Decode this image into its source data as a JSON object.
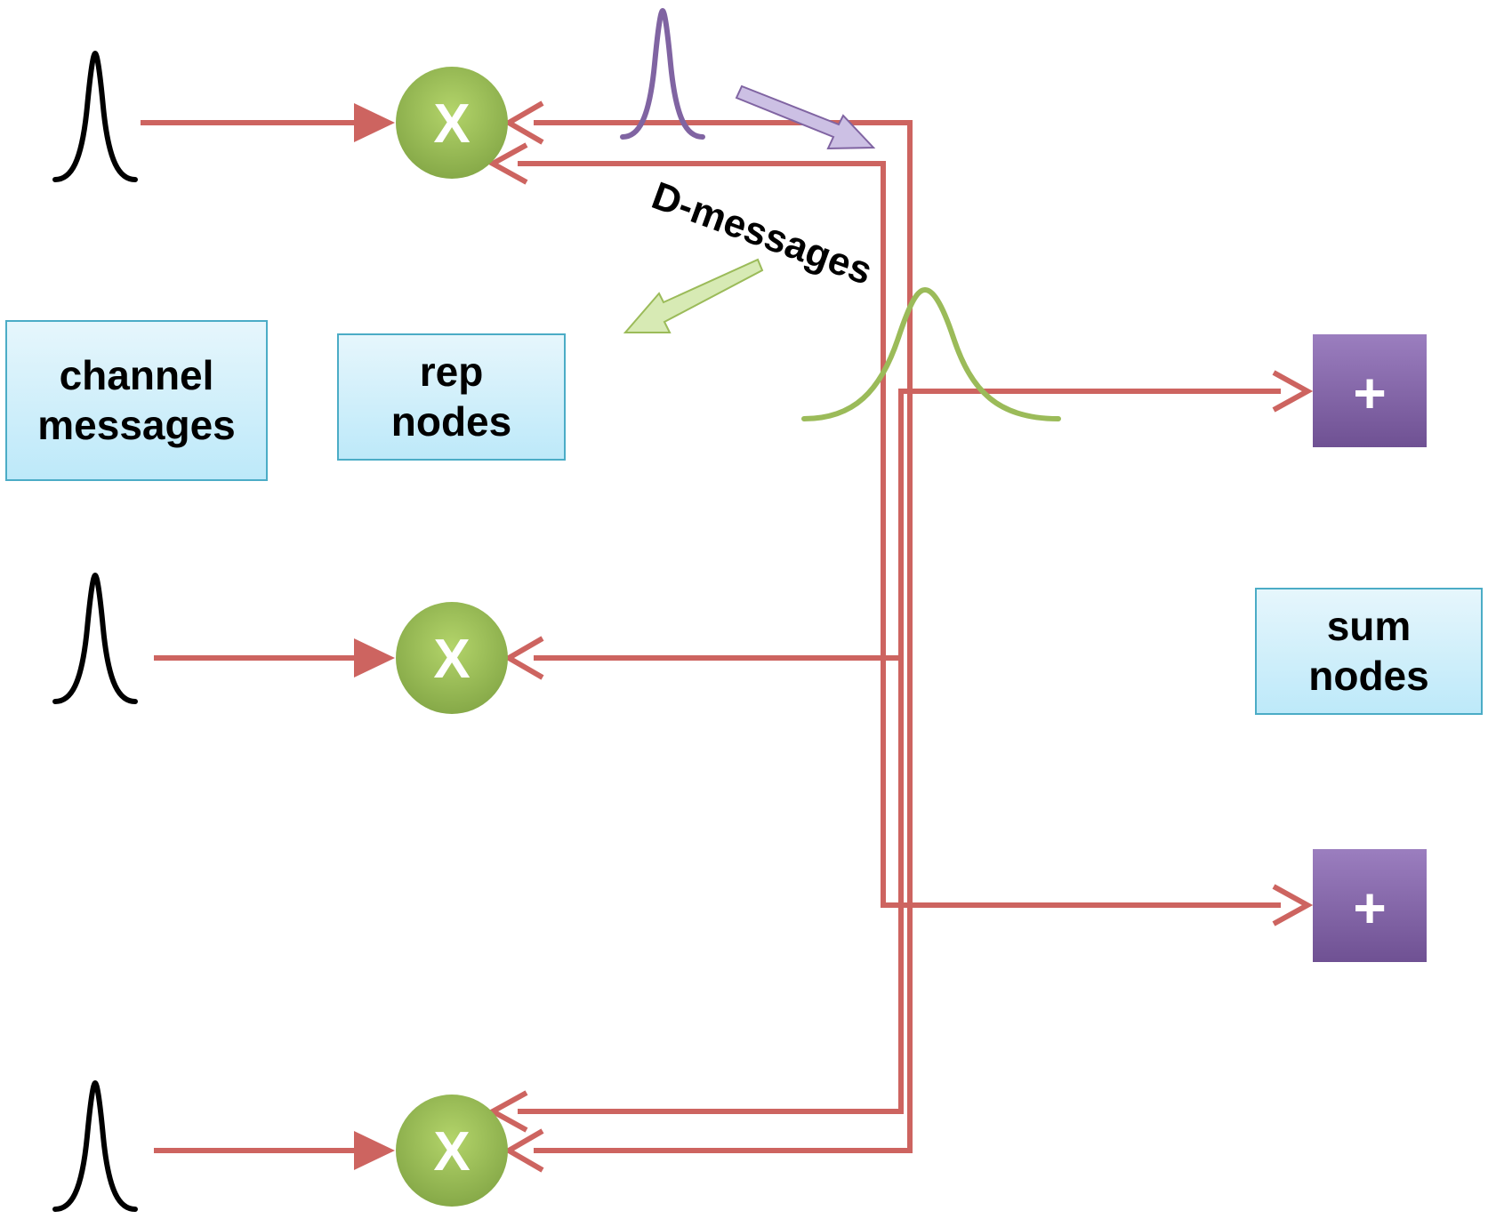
{
  "labels": {
    "channel_messages": {
      "line1": "channel",
      "line2": "messages"
    },
    "rep_nodes": {
      "line1": "rep",
      "line2": "nodes"
    },
    "sum_nodes": {
      "line1": "sum",
      "line2": "nodes"
    },
    "d_messages": "D-messages"
  },
  "rep_node_symbol": "X",
  "sum_node_symbol": "+",
  "colors": {
    "edge": "#cd6460",
    "rep_node": "#9bbb59",
    "sum_node": "#8064a2",
    "channel_pulse": "#000000",
    "d_message_pulse": "#8064a2",
    "d_message_wide_pulse": "#9bbb59",
    "forward_arrow": "#ccc0e4",
    "backward_arrow": "#d7eab4",
    "label_box_border": "#4bacc6"
  }
}
